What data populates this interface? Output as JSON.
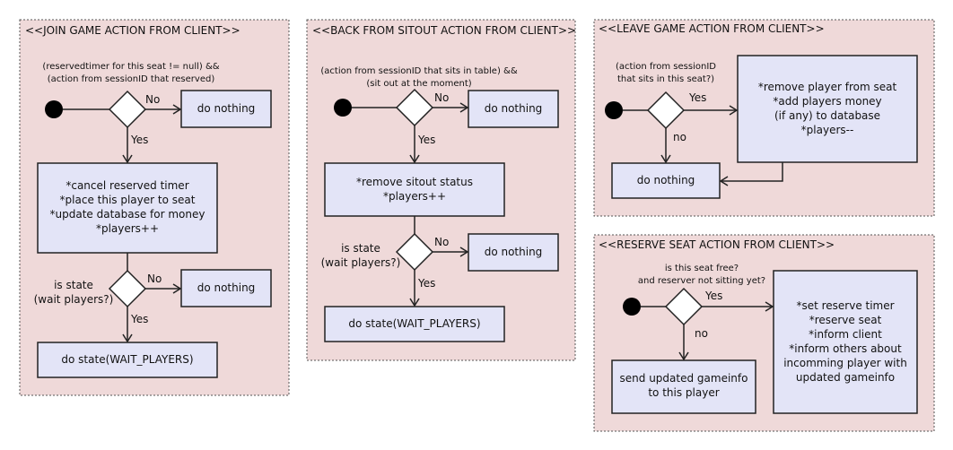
{
  "join": {
    "title": "<<JOIN GAME ACTION FROM CLIENT>>",
    "cond1": [
      "(reservedtimer for this seat != null) &&",
      "(action from sessionID that reserved)"
    ],
    "no1": "No",
    "yes1": "Yes",
    "nothing1": "do nothing",
    "action": [
      "*cancel reserved timer",
      "*place this player to seat",
      "*update database for money",
      "*players++"
    ],
    "cond2": [
      "is state",
      "(wait players?)"
    ],
    "no2": "No",
    "yes2": "Yes",
    "nothing2": "do nothing",
    "state": "do state(WAIT_PLAYERS)"
  },
  "back": {
    "title": "<<BACK FROM SITOUT ACTION FROM CLIENT>>",
    "cond1": [
      "(action from sessionID that sits in table) &&",
      "(sit out at the moment)"
    ],
    "no1": "No",
    "yes1": "Yes",
    "nothing1": "do nothing",
    "action": [
      "*remove sitout status",
      "*players++"
    ],
    "cond2": [
      "is state",
      "(wait players?)"
    ],
    "no2": "No",
    "yes2": "Yes",
    "nothing2": "do nothing",
    "state": "do state(WAIT_PLAYERS)"
  },
  "leave": {
    "title": "<<LEAVE GAME ACTION FROM CLIENT>>",
    "cond": [
      "(action from sessionID",
      "that sits in this seat?)"
    ],
    "yes": "Yes",
    "no": "no",
    "action": [
      "*remove player from seat",
      "*add players money",
      "(if any) to database",
      "*players--"
    ],
    "nothing": "do nothing"
  },
  "reserve": {
    "title": "<<RESERVE SEAT ACTION FROM CLIENT>>",
    "cond": [
      "is this seat free?",
      "and reserver not sitting yet?"
    ],
    "yes": "Yes",
    "no": "no",
    "action": [
      "*set reserve timer",
      "*reserve seat",
      "*inform client",
      "*inform others about",
      "incomming player with",
      "updated gameinfo"
    ],
    "send": [
      "send updated gameinfo",
      "to this player"
    ]
  }
}
